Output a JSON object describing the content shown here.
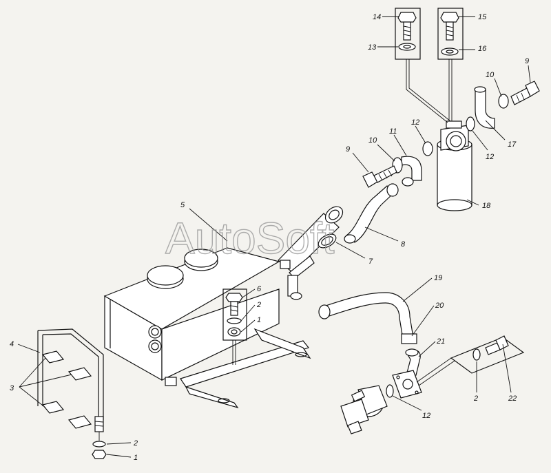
{
  "watermark": "AutoSoft",
  "callouts": [
    {
      "id": "c14-top",
      "text": "14"
    },
    {
      "id": "c15-top",
      "text": "15"
    },
    {
      "id": "c13-top",
      "text": "13"
    },
    {
      "id": "c16-top",
      "text": "16"
    },
    {
      "id": "c9-right",
      "text": "9"
    },
    {
      "id": "c10-right",
      "text": "10"
    },
    {
      "id": "c17",
      "text": "17"
    },
    {
      "id": "c12-right",
      "text": "12"
    },
    {
      "id": "c12-mid",
      "text": "12"
    },
    {
      "id": "c11",
      "text": "11"
    },
    {
      "id": "c10-left",
      "text": "10"
    },
    {
      "id": "c9-left",
      "text": "9"
    },
    {
      "id": "c18",
      "text": "18"
    },
    {
      "id": "c8",
      "text": "8"
    },
    {
      "id": "c7",
      "text": "7"
    },
    {
      "id": "c5",
      "text": "5"
    },
    {
      "id": "c6",
      "text": "6"
    },
    {
      "id": "c2-tank",
      "text": "2"
    },
    {
      "id": "c1-tank",
      "text": "1"
    },
    {
      "id": "c19",
      "text": "19"
    },
    {
      "id": "c20",
      "text": "20"
    },
    {
      "id": "c21",
      "text": "21"
    },
    {
      "id": "c2-pump",
      "text": "2"
    },
    {
      "id": "c22",
      "text": "22"
    },
    {
      "id": "c12-pump",
      "text": "12"
    },
    {
      "id": "c4",
      "text": "4"
    },
    {
      "id": "c3",
      "text": "3"
    },
    {
      "id": "c2-bottom",
      "text": "2"
    },
    {
      "id": "c1-bottom",
      "text": "1"
    }
  ]
}
